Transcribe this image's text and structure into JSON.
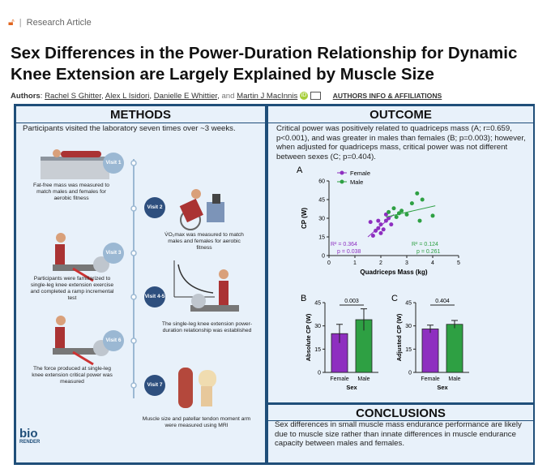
{
  "meta": {
    "article_type": "Research Article"
  },
  "title": "Sex Differences in the Power-Duration Relationship for Dynamic Knee Extension are Largely Explained by Muscle Size",
  "authors": {
    "label": "Authors",
    "names": [
      "Rachel S Ghitter",
      "Alex L Isidori",
      "Danielle E Whittier",
      "Martin J MacInnis"
    ],
    "and_word": "and",
    "affiliations_link": "AUTHORS INFO & AFFILIATIONS"
  },
  "methods": {
    "heading": "METHODS",
    "intro": "Participants visited the laboratory seven times over ~3 weeks.",
    "visits": [
      {
        "label": "Visit 1",
        "caption": "Fat-free mass was measured to match males and females for aerobic fitness"
      },
      {
        "label": "Visit 2",
        "caption": "V̇O₂max was measured to match males and females for aerobic fitness"
      },
      {
        "label": "Visit 3",
        "caption": "Participants were familiarized to single-leg knee extension exercise and completed a ramp incremental test"
      },
      {
        "label": "Visit 4-5",
        "caption": "The single-leg knee extension power-duration relationship was established"
      },
      {
        "label": "Visit 6",
        "caption": "The force produced at single-leg knee extension critical power was measured"
      },
      {
        "label": "Visit 7",
        "caption": "Muscle size and patellar tendon moment arm were measured using MRI"
      }
    ],
    "logo_top": "bio",
    "logo_bottom": "RENDER"
  },
  "outcome": {
    "heading": "OUTCOME",
    "text": "Critical power was positively related to quadriceps mass (A; r=0.659, p<0.001), and was greater in males than females (B; p=0.003); however, when adjusted for quadriceps mass, critical power was not different between sexes (C; p=0.404)."
  },
  "conclusions": {
    "heading": "CONCLUSIONS",
    "text": "Sex differences in small muscle mass endurance performance are likely due to muscle size rather than innate differences in muscle endurance capacity between males and females."
  },
  "colors": {
    "female": "#8e2fc0",
    "male": "#2ea043",
    "frame": "#1f4e79",
    "panel": "#e8f1fa"
  },
  "chart_data": [
    {
      "type": "scatter",
      "panel_label": "A",
      "xlabel": "Quadriceps Mass (kg)",
      "ylabel": "CP (W)",
      "xlim": [
        0,
        5
      ],
      "ylim": [
        0,
        60
      ],
      "xticks": [
        "0",
        "1",
        "2",
        "3",
        "4",
        "5"
      ],
      "yticks": [
        "0",
        "15",
        "30",
        "45",
        "60"
      ],
      "legend_position": "top-left",
      "series": [
        {
          "name": "Female",
          "color": "#8e2fc0",
          "points": [
            [
              1.7,
              16
            ],
            [
              1.8,
              20
            ],
            [
              1.9,
              22
            ],
            [
              2.0,
              25
            ],
            [
              2.1,
              21
            ],
            [
              2.2,
              28
            ],
            [
              2.3,
              30
            ],
            [
              1.9,
              28
            ],
            [
              2.4,
              25
            ],
            [
              2.0,
              18
            ],
            [
              1.6,
              27
            ],
            [
              2.2,
              33
            ]
          ],
          "fit": [
            [
              1.5,
              15
            ],
            [
              2.5,
              33
            ]
          ],
          "r2": "R² = 0.364",
          "p": "p = 0.038"
        },
        {
          "name": "Male",
          "color": "#2ea043",
          "points": [
            [
              2.3,
              35
            ],
            [
              2.5,
              38
            ],
            [
              2.6,
              31
            ],
            [
              2.8,
              36
            ],
            [
              3.0,
              33
            ],
            [
              3.2,
              42
            ],
            [
              3.4,
              50
            ],
            [
              3.5,
              28
            ],
            [
              3.6,
              45
            ],
            [
              4.0,
              32
            ],
            [
              2.7,
              34
            ]
          ],
          "fit": [
            [
              2.2,
              31
            ],
            [
              4.1,
              40
            ]
          ],
          "r2": "R² = 0.124",
          "p": "p = 0.261"
        }
      ]
    },
    {
      "type": "bar",
      "panel_label": "B",
      "categories": [
        "Female",
        "Male"
      ],
      "values": [
        25,
        34
      ],
      "errors": [
        6,
        7
      ],
      "xlabel": "Sex",
      "ylabel": "Absolute CP (W)",
      "ylim": [
        0,
        45
      ],
      "yticks": [
        "0",
        "15",
        "30",
        "45"
      ],
      "significance": "0.003"
    },
    {
      "type": "bar",
      "panel_label": "C",
      "categories": [
        "Female",
        "Male"
      ],
      "values": [
        28,
        31
      ],
      "errors": [
        2.5,
        2.5
      ],
      "xlabel": "Sex",
      "ylabel": "Adjusted CP (W)",
      "ylim": [
        0,
        45
      ],
      "yticks": [
        "0",
        "15",
        "30",
        "45"
      ],
      "significance": "0.404"
    }
  ]
}
